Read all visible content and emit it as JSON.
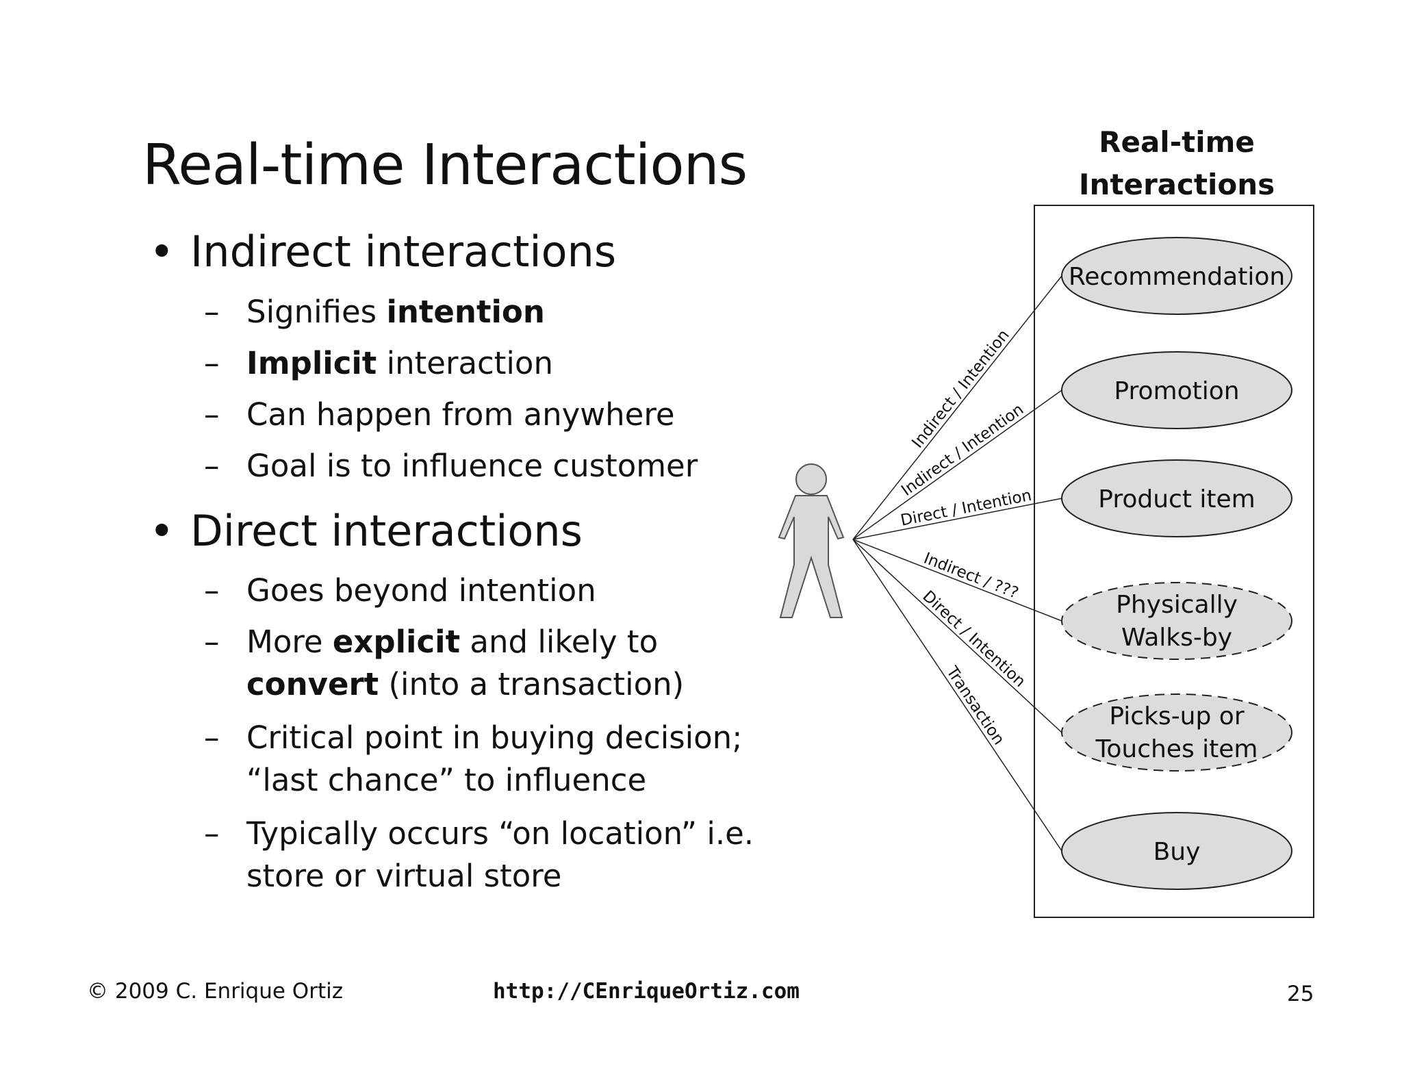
{
  "slide": {
    "title": "Real-time Interactions",
    "bullets": [
      {
        "label": "Indirect interactions",
        "items": [
          [
            {
              "t": "Signifies ",
              "b": false
            },
            {
              "t": "intention",
              "b": true
            }
          ],
          [
            {
              "t": "Implicit",
              "b": true
            },
            {
              "t": " interaction",
              "b": false
            }
          ],
          [
            {
              "t": "Can happen from anywhere",
              "b": false
            }
          ],
          [
            {
              "t": "Goal is to influence customer",
              "b": false
            }
          ]
        ]
      },
      {
        "label": "Direct interactions",
        "items": [
          [
            {
              "t": "Goes beyond intention",
              "b": false
            }
          ],
          [
            {
              "t": "More ",
              "b": false
            },
            {
              "t": "explicit",
              "b": true
            },
            {
              "t": " and likely to",
              "b": false
            },
            {
              "t": "\n",
              "b": false
            },
            {
              "t": "convert",
              "b": true
            },
            {
              "t": " (into a transaction)",
              "b": false
            }
          ],
          [
            {
              "t": "Critical point in buying decision;",
              "b": false
            },
            {
              "t": "\n",
              "b": false
            },
            {
              "t": "“last chance” to influence",
              "b": false
            }
          ],
          [
            {
              "t": "Typically occurs “on location” i.e.",
              "b": false
            },
            {
              "t": "\n",
              "b": false
            },
            {
              "t": "store or virtual store",
              "b": false
            }
          ]
        ]
      }
    ]
  },
  "diagram": {
    "title_line1": "Real-time",
    "title_line2": "Interactions",
    "use_cases": [
      {
        "lines": [
          "Recommendation"
        ],
        "dashed": false
      },
      {
        "lines": [
          "Promotion"
        ],
        "dashed": false
      },
      {
        "lines": [
          "Product item"
        ],
        "dashed": false
      },
      {
        "lines": [
          "Physically",
          "Walks-by"
        ],
        "dashed": true
      },
      {
        "lines": [
          "Picks-up or",
          "Touches item"
        ],
        "dashed": true
      },
      {
        "lines": [
          "Buy"
        ],
        "dashed": false
      }
    ],
    "edge_labels": [
      "Indirect / Intention",
      "Indirect / Intention",
      "Direct / Intention",
      "Indirect / ???",
      "Direct / Intention",
      "Transaction"
    ],
    "colors": {
      "ellipse_fill": "#dcdcdc",
      "actor_fill": "#d9d9d9",
      "stroke": "#222222"
    }
  },
  "footer": {
    "copyright": "© 2009 C. Enrique Ortiz",
    "url": "http://CEnriqueOrtiz.com",
    "page": "25"
  }
}
